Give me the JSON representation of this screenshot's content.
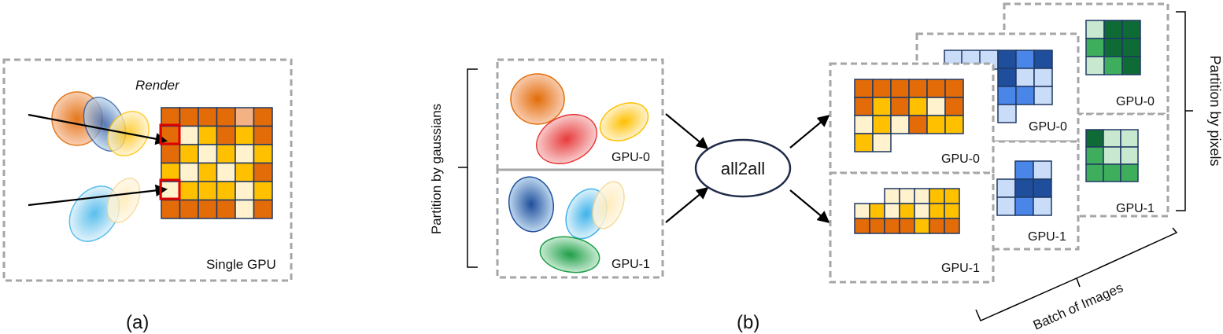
{
  "colors": {
    "dark_orange": "#E36C09",
    "gold": "#FFC000",
    "light_yellow": "#FFF2CC",
    "tan": "#F4B183",
    "grid_stroke": "#1F3864",
    "dark_blue": "#1F4E9C",
    "mid_blue": "#4A86E8",
    "light_blue": "#C9DCF8",
    "dark_green": "#0F6B35",
    "mid_green": "#3FAE5C",
    "light_green": "#C8E8D0",
    "red_highlight": "#E00000",
    "dash_border": "#A6A6A6",
    "ellipse_stroke": "#1F2D4A"
  },
  "panel_a": {
    "render_label": "Render",
    "box_label": "Single GPU",
    "caption": "(a)",
    "grid": [
      [
        "O",
        "O",
        "O",
        "O",
        "T",
        "O"
      ],
      [
        "O",
        "L",
        "G",
        "O",
        "G",
        "O"
      ],
      [
        "O",
        "G",
        "L",
        "G",
        "L",
        "G"
      ],
      [
        "G",
        "L",
        "G",
        "L",
        "G",
        "O"
      ],
      [
        "L",
        "G",
        "G",
        "G",
        "L",
        "G"
      ],
      [
        "O",
        "O",
        "O",
        "O",
        "L",
        "O"
      ]
    ]
  },
  "panel_b": {
    "side_label": "Partition by gaussians",
    "gpu0_label": "GPU-0",
    "gpu1_label": "GPU-1",
    "center_label": "all2all",
    "caption": "(b)",
    "front_gpu0_label": "GPU-0",
    "front_gpu1_label": "GPU-1",
    "mid_gpu0_label": "GPU-0",
    "mid_gpu1_label": "GPU-1",
    "back_gpu0_label": "GPU-0",
    "back_gpu1_label": "GPU-1",
    "right_label": "Partition by pixels",
    "batch_label": "Batch of Images",
    "front_top_grid": [
      [
        "O",
        "O",
        "O",
        "O",
        "O",
        "O"
      ],
      [
        "O",
        "G",
        "O",
        "G",
        "L",
        "O"
      ],
      [
        "L",
        "G",
        "L",
        "O",
        "G",
        "G"
      ],
      [
        "G",
        "L"
      ]
    ],
    "front_bottom_grid": [
      [
        "_",
        "_",
        "L",
        "L",
        "L",
        "G",
        "G"
      ],
      [
        "L",
        "G",
        "L",
        "G",
        "L",
        "G",
        "G"
      ],
      [
        "O",
        "O",
        "O",
        "O",
        "G",
        "O",
        "O"
      ]
    ],
    "mid_top_grid": [
      [
        "D",
        "M",
        "D"
      ],
      [
        "D",
        "L",
        "L"
      ],
      [
        "M",
        "M",
        "L"
      ],
      [
        "L"
      ]
    ],
    "mid_bottom_grid": [
      [
        "_",
        "M",
        "L"
      ],
      [
        "L",
        "D",
        "D"
      ],
      [
        "L",
        "M",
        "L"
      ]
    ],
    "back_top_grid": [
      [
        "L",
        "D",
        "D"
      ],
      [
        "M",
        "D",
        "D"
      ],
      [
        "L",
        "M",
        "D"
      ]
    ],
    "back_bottom_grid": [
      [
        "D",
        "L",
        "L"
      ],
      [
        "M",
        "L",
        "L"
      ],
      [
        "M",
        "M",
        "M"
      ]
    ]
  }
}
